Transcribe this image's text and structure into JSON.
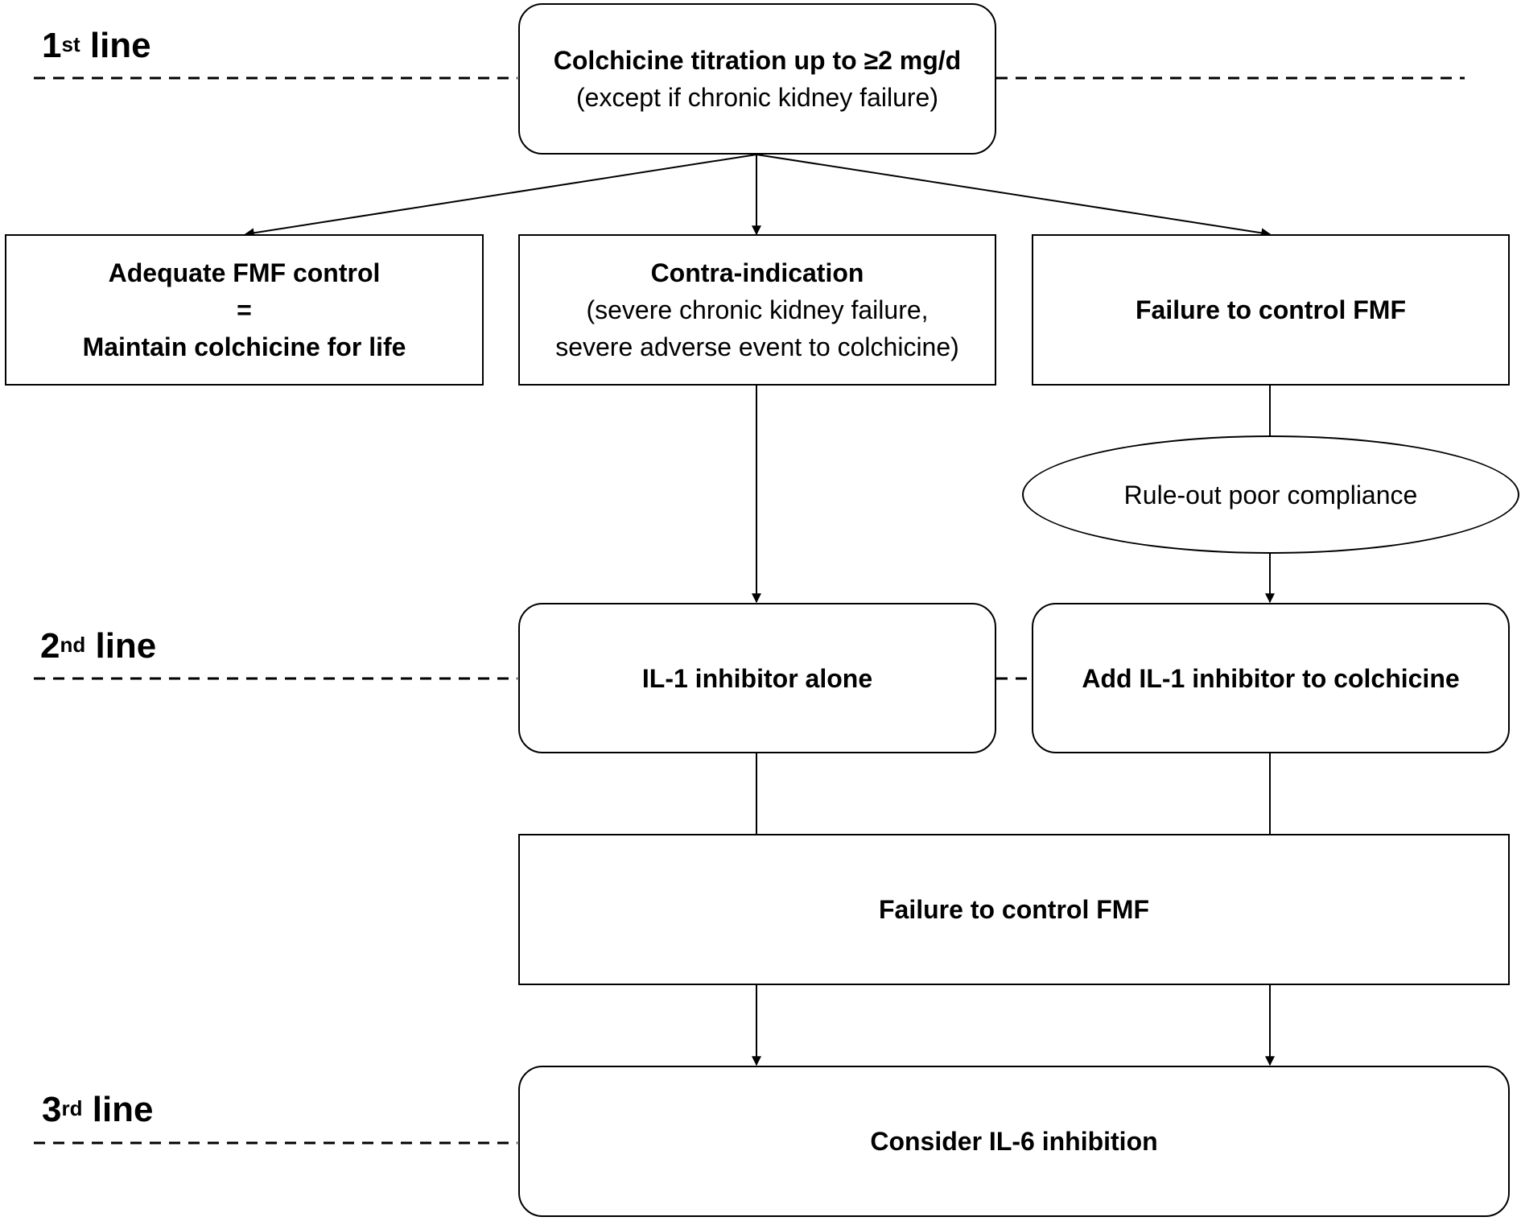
{
  "tiers": {
    "first": {
      "num": "1",
      "sup": "st",
      "word": "line"
    },
    "second": {
      "num": "2",
      "sup": "nd",
      "word": "line"
    },
    "third": {
      "num": "3",
      "sup": "rd",
      "word": "line"
    }
  },
  "nodes": {
    "colchicine": {
      "title": "Colchicine titration up to ≥2 mg/d",
      "note": "(except if chronic kidney failure)"
    },
    "adequate": {
      "line1": "Adequate FMF control",
      "line2": "=",
      "line3": "Maintain colchicine for life"
    },
    "contra": {
      "title": "Contra-indication",
      "note1": "(severe chronic kidney failure,",
      "note2": "severe adverse event to colchicine)"
    },
    "failure1": {
      "title": "Failure to control FMF"
    },
    "compliance": {
      "text": "Rule-out poor compliance"
    },
    "il1_alone": {
      "text": "IL-1 inhibitor alone"
    },
    "il1_add": {
      "text": "Add IL-1 inhibitor to colchicine"
    },
    "failure2": {
      "text": "Failure to control FMF"
    },
    "il6": {
      "text": "Consider IL-6 inhibition"
    }
  }
}
